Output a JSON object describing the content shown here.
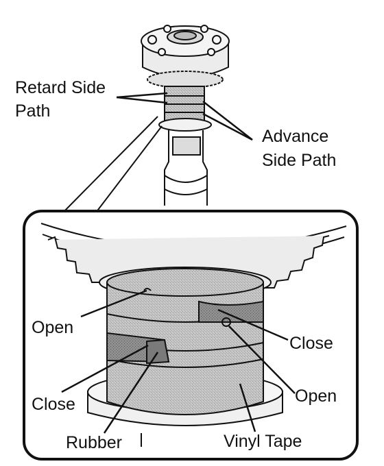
{
  "labels": {
    "retard_side_path_line1": "Retard Side",
    "retard_side_path_line2": "Path",
    "advance_side_path_line1": "Advance",
    "advance_side_path_line2": "Side Path",
    "open_left": "Open",
    "close_right": "Close",
    "close_left": "Close",
    "open_right": "Open",
    "rubber": "Rubber",
    "vinyl_tape": "Vinyl Tape"
  },
  "colors": {
    "ink": "#111111",
    "metal_fill": "#e6e6e6",
    "tape_fill": "#bdbdbd",
    "rubber_fill": "#8a8a8a",
    "background": "#ffffff"
  }
}
